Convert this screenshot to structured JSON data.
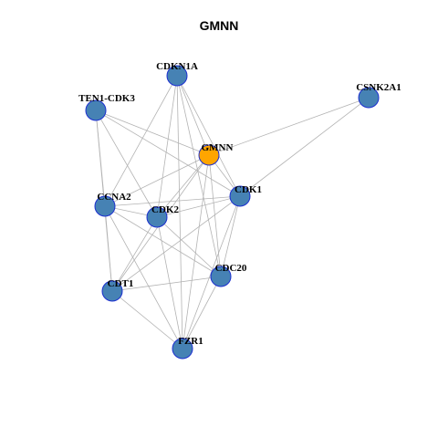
{
  "title": "GMNN",
  "colors": {
    "query_node": "#ffa500",
    "node": "#4682b4",
    "node_border": "#1c2fd0",
    "edge": "#b3b3b3"
  },
  "nodes": [
    {
      "id": "CDKN1A",
      "label": "CDKN1A",
      "query": false
    },
    {
      "id": "TEN1-CDK3",
      "label": "TEN1-CDK3",
      "query": false
    },
    {
      "id": "CSNK2A1",
      "label": "CSNK2A1",
      "query": false
    },
    {
      "id": "GMNN",
      "label": "GMNN",
      "query": true
    },
    {
      "id": "CDK1",
      "label": "CDK1",
      "query": false
    },
    {
      "id": "CCNA2",
      "label": "CCNA2",
      "query": false
    },
    {
      "id": "CDK2",
      "label": "CDK2",
      "query": false
    },
    {
      "id": "CDC20",
      "label": "CDC20",
      "query": false
    },
    {
      "id": "CDT1",
      "label": "CDT1",
      "query": false
    },
    {
      "id": "FZR1",
      "label": "FZR1",
      "query": false
    }
  ],
  "edges": [
    [
      "CDKN1A",
      "GMNN"
    ],
    [
      "CDKN1A",
      "CDK1"
    ],
    [
      "CDKN1A",
      "CCNA2"
    ],
    [
      "CDKN1A",
      "CDK2"
    ],
    [
      "CDKN1A",
      "CDC20"
    ],
    [
      "CDKN1A",
      "FZR1"
    ],
    [
      "TEN1-CDK3",
      "GMNN"
    ],
    [
      "TEN1-CDK3",
      "CDK1"
    ],
    [
      "TEN1-CDK3",
      "CCNA2"
    ],
    [
      "TEN1-CDK3",
      "CDK2"
    ],
    [
      "TEN1-CDK3",
      "CDT1"
    ],
    [
      "CSNK2A1",
      "GMNN"
    ],
    [
      "CSNK2A1",
      "CDK1"
    ],
    [
      "GMNN",
      "CDK1"
    ],
    [
      "GMNN",
      "CCNA2"
    ],
    [
      "GMNN",
      "CDK2"
    ],
    [
      "GMNN",
      "CDC20"
    ],
    [
      "GMNN",
      "CDT1"
    ],
    [
      "GMNN",
      "FZR1"
    ],
    [
      "CDK1",
      "CCNA2"
    ],
    [
      "CDK1",
      "CDK2"
    ],
    [
      "CDK1",
      "CDC20"
    ],
    [
      "CDK1",
      "CDT1"
    ],
    [
      "CDK1",
      "FZR1"
    ],
    [
      "CCNA2",
      "CDK2"
    ],
    [
      "CCNA2",
      "CDC20"
    ],
    [
      "CCNA2",
      "CDT1"
    ],
    [
      "CCNA2",
      "FZR1"
    ],
    [
      "CDK2",
      "CDC20"
    ],
    [
      "CDK2",
      "CDT1"
    ],
    [
      "CDK2",
      "FZR1"
    ],
    [
      "CDC20",
      "CDT1"
    ],
    [
      "CDC20",
      "FZR1"
    ],
    [
      "CDT1",
      "FZR1"
    ]
  ]
}
